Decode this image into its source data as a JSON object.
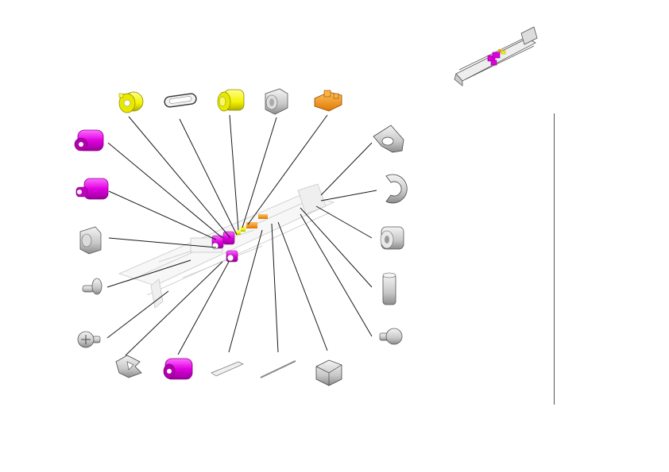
{
  "colors": {
    "magenta": "#e000e0",
    "magenta_dark": "#8a008a",
    "yellow": "#f2f200",
    "yellow_dark": "#a8a800",
    "orange": "#f29a1a",
    "orange_dark": "#a85a00",
    "gray_light": "#e6e6e6",
    "gray_mid": "#b4b4b4",
    "gray_dark": "#6e6e6e",
    "leader": "#1a1a1a"
  },
  "parts": [
    {
      "name": "roller-top-left",
      "icon": "magenta-roller-icon"
    },
    {
      "name": "roller-left-mid",
      "icon": "magenta-roller-shaft-icon"
    },
    {
      "name": "bushing-left",
      "icon": "gray-bushing-icon"
    },
    {
      "name": "pin-left",
      "icon": "pin-icon"
    },
    {
      "name": "screw-left",
      "icon": "screw-icon"
    },
    {
      "name": "clip-bottom-left",
      "icon": "clip-icon"
    },
    {
      "name": "roller-bottom",
      "icon": "magenta-roller-icon"
    },
    {
      "name": "plate-bottom",
      "icon": "plate-icon"
    },
    {
      "name": "rod-bottom",
      "icon": "rod-icon"
    },
    {
      "name": "sensor-bottom",
      "icon": "sensor-block-icon"
    },
    {
      "name": "gear-top-1",
      "icon": "yellow-gear-icon"
    },
    {
      "name": "link-top",
      "icon": "link-icon"
    },
    {
      "name": "gear-top-2",
      "icon": "yellow-gear-icon"
    },
    {
      "name": "bushing-top",
      "icon": "gray-bushing-icon"
    },
    {
      "name": "bracket-top",
      "icon": "orange-bracket-icon"
    },
    {
      "name": "lever-right",
      "icon": "lever-icon"
    },
    {
      "name": "eclip-right",
      "icon": "e-ring-icon"
    },
    {
      "name": "bushing-right",
      "icon": "gray-bushing-icon"
    },
    {
      "name": "tube-right",
      "icon": "tube-icon"
    },
    {
      "name": "screw-right",
      "icon": "screw-icon"
    }
  ]
}
